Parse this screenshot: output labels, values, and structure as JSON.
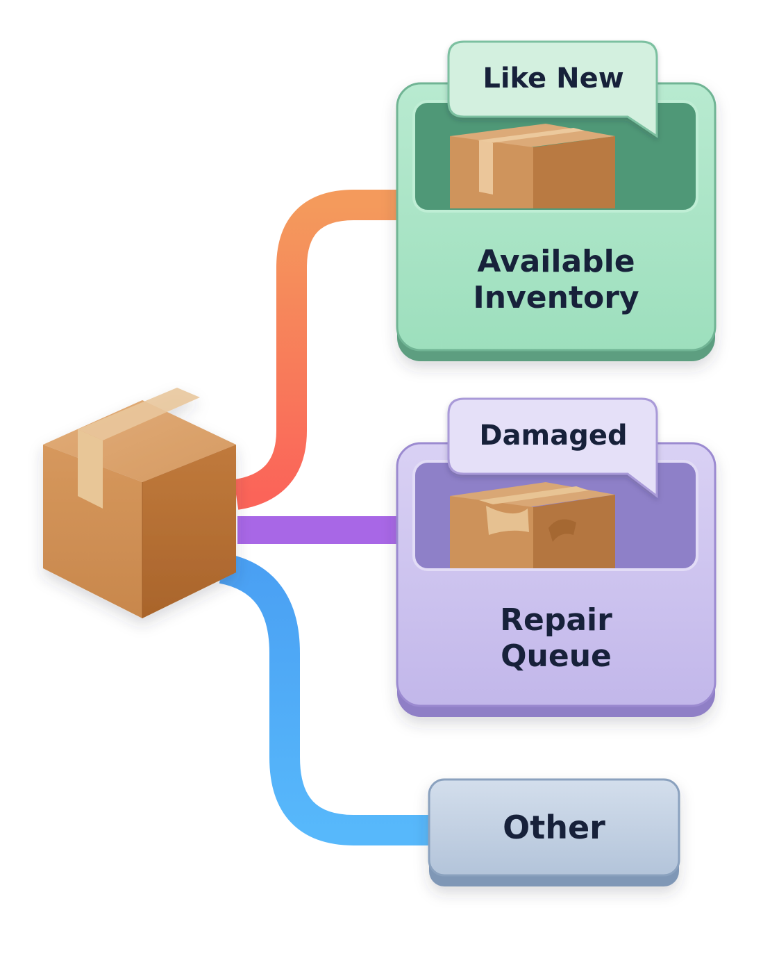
{
  "source": {
    "icon": "cardboard-box-icon"
  },
  "routes": [
    {
      "id": "like-new",
      "tag": "Like New",
      "destination": [
        "Available",
        "Inventory"
      ],
      "line_color": "#f2875a",
      "line_color_end": "#fb6a5b",
      "bin_color": "#a9e5c6",
      "bin_border": "#4c9c78",
      "well_color": "#4f9877",
      "tag_color": "#d5f1e1",
      "item_icon": "cardboard-box-icon"
    },
    {
      "id": "damaged",
      "tag": "Damaged",
      "destination": [
        "Repair",
        "Queue"
      ],
      "line_color": "#a867e6",
      "bin_color": "#cdc4ee",
      "bin_border": "#8d79c8",
      "well_color": "#8e80c8",
      "tag_color": "#e6e1f8",
      "item_icon": "damaged-box-icon"
    },
    {
      "id": "other",
      "destination": [
        "Other"
      ],
      "line_color": "#52a6f5",
      "line_color_end": "#53b4fb",
      "bin_color": "#c2d1e3",
      "bin_border": "#7a92b0"
    }
  ]
}
